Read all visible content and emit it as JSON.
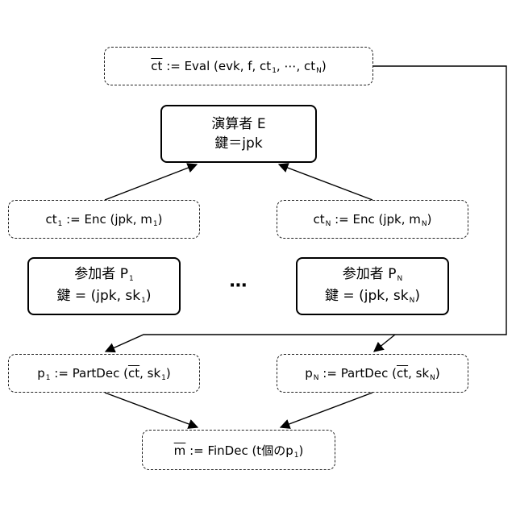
{
  "eval_box": {
    "ct": "ct",
    "expr": " := Eval (evk, f, ct",
    "sub1": "1",
    "mid": ", ⋯, ct",
    "subN": "N",
    "close": ")"
  },
  "evaluator": {
    "title": "演算者 E",
    "key": "鍵＝jpk"
  },
  "enc1": {
    "ct": "ct",
    "sub_a": "1",
    "expr": " := Enc (jpk, m",
    "sub_b": "1",
    "close": ")"
  },
  "encN": {
    "ct": "ct",
    "sub_a": "N",
    "expr": " := Enc (jpk, m",
    "sub_b": "N",
    "close": ")"
  },
  "party1": {
    "title": "参加者 P",
    "title_sub": "1",
    "key": "鍵 = (jpk, sk",
    "key_sub": "1",
    "key_close": ")"
  },
  "partyN": {
    "title": "参加者 P",
    "title_sub": "N",
    "key": "鍵 = (jpk, sk",
    "key_sub": "N",
    "key_close": ")"
  },
  "ellipsis": "⋯",
  "dec1": {
    "p": "p",
    "sub_a": "1",
    "expr": " := PartDec (",
    "ct": "ct",
    "mid": ", sk",
    "sub_b": "1",
    "close": ")"
  },
  "decN": {
    "p": "p",
    "sub_a": "N",
    "expr": " := PartDec (",
    "ct": "ct",
    "mid": ", sk",
    "sub_b": "N",
    "close": ")"
  },
  "findec": {
    "m": "m",
    "expr": " := FinDec (t個のp",
    "sub": "1",
    "close": ")"
  }
}
